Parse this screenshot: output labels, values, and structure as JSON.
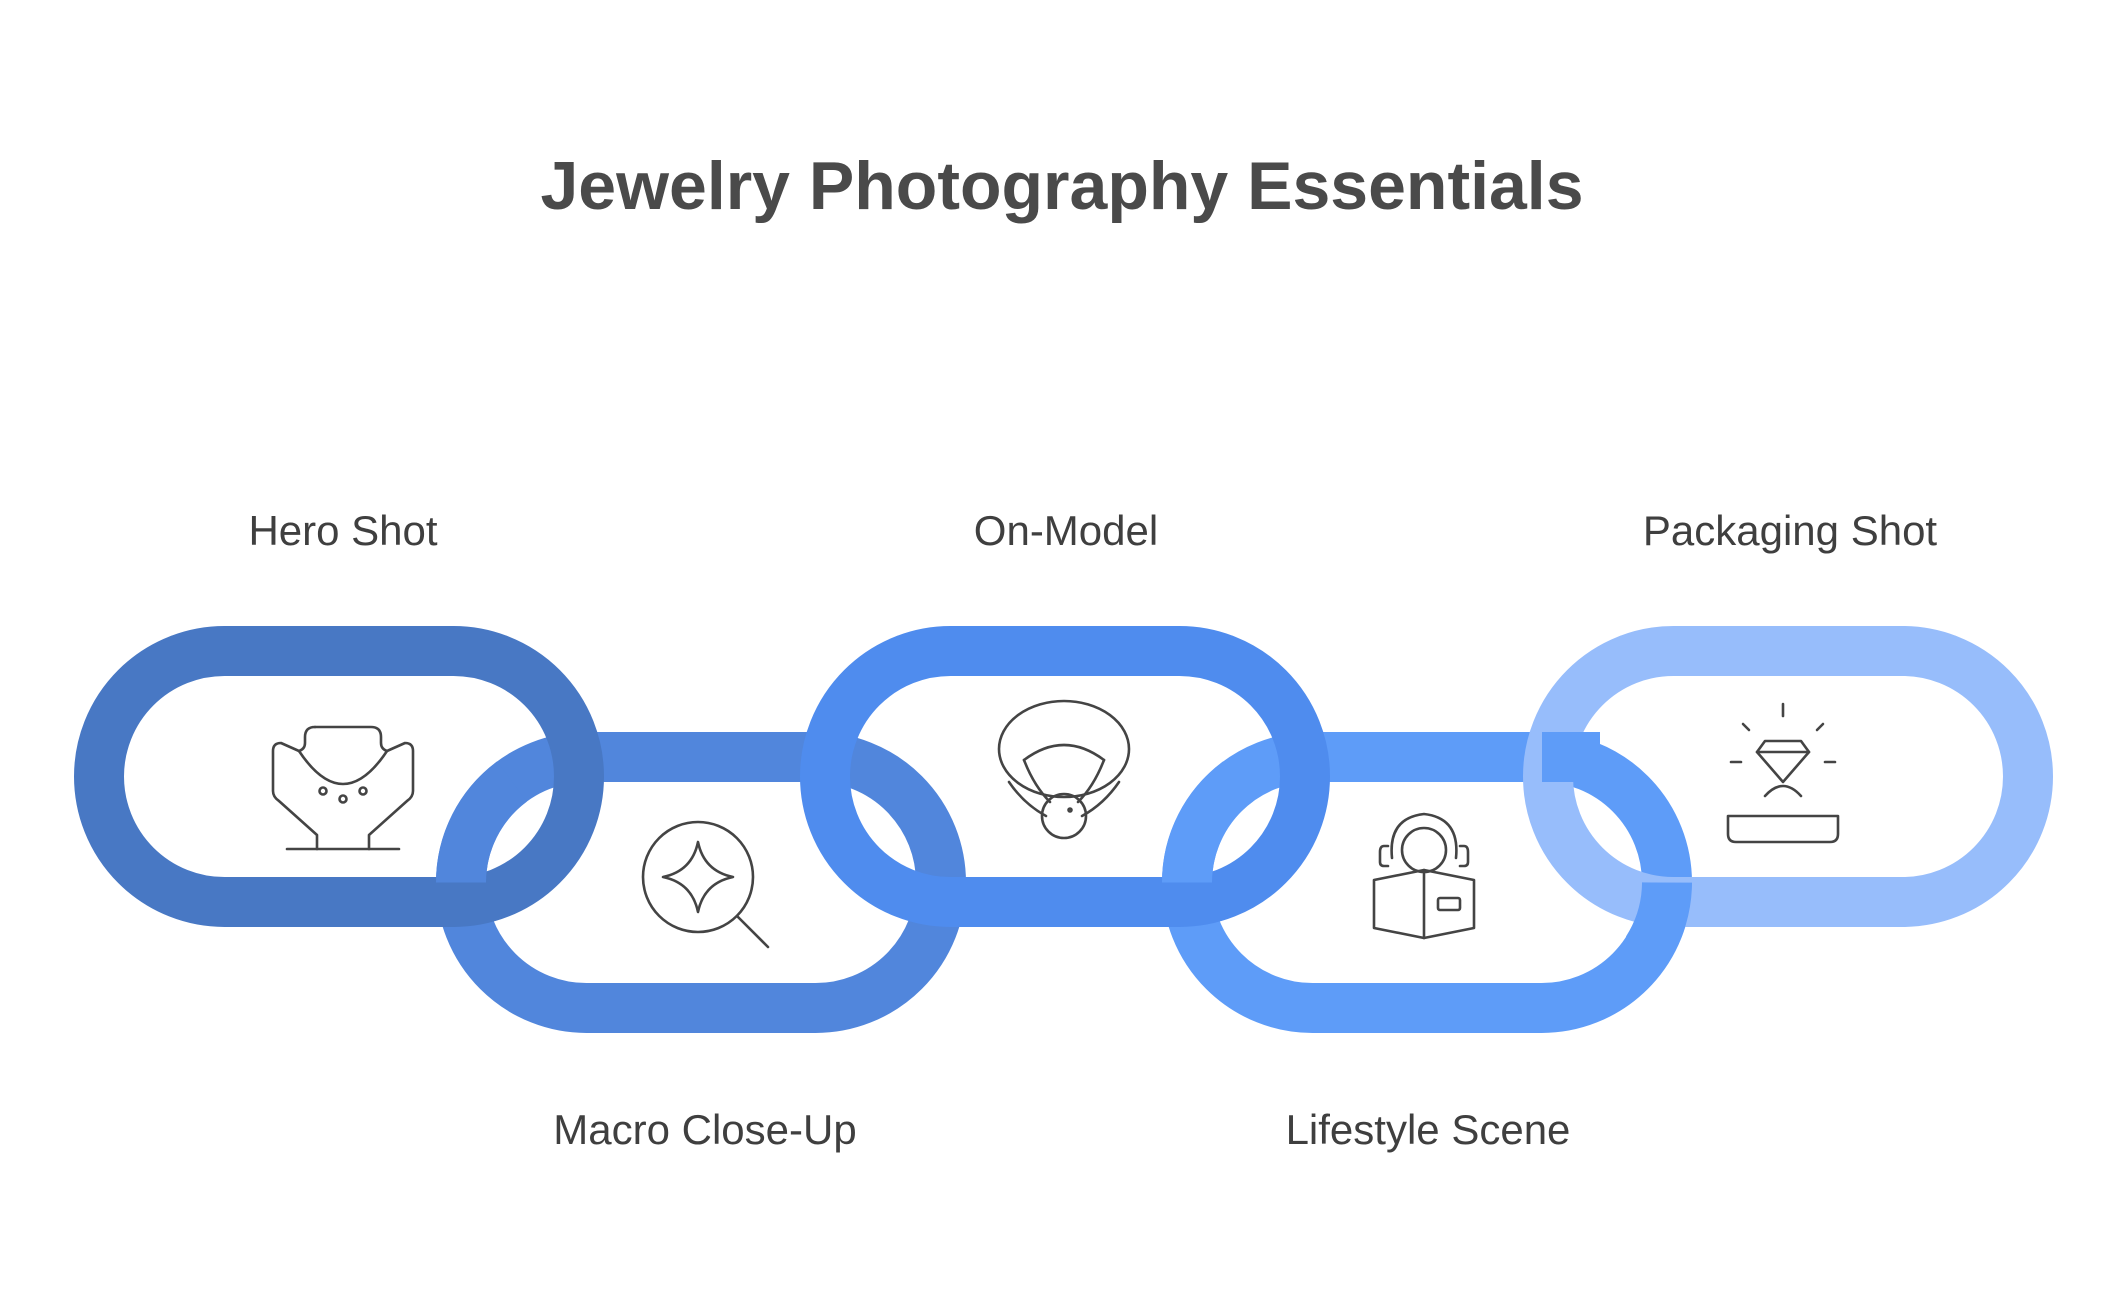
{
  "title": "Jewelry Photography Essentials",
  "links": [
    {
      "label": "Hero Shot",
      "icon": "necklace-bust-icon",
      "color": "#4878C4"
    },
    {
      "label": "Macro Close-Up",
      "icon": "magnifier-sparkle-icon",
      "color": "#5186DC"
    },
    {
      "label": "On-Model",
      "icon": "necklace-pendant-icon",
      "color": "#4F8CEE"
    },
    {
      "label": "Lifestyle Scene",
      "icon": "person-reading-icon",
      "color": "#5E9CF8"
    },
    {
      "label": "Packaging Shot",
      "icon": "ring-box-icon",
      "color": "#97BDFB"
    }
  ]
}
